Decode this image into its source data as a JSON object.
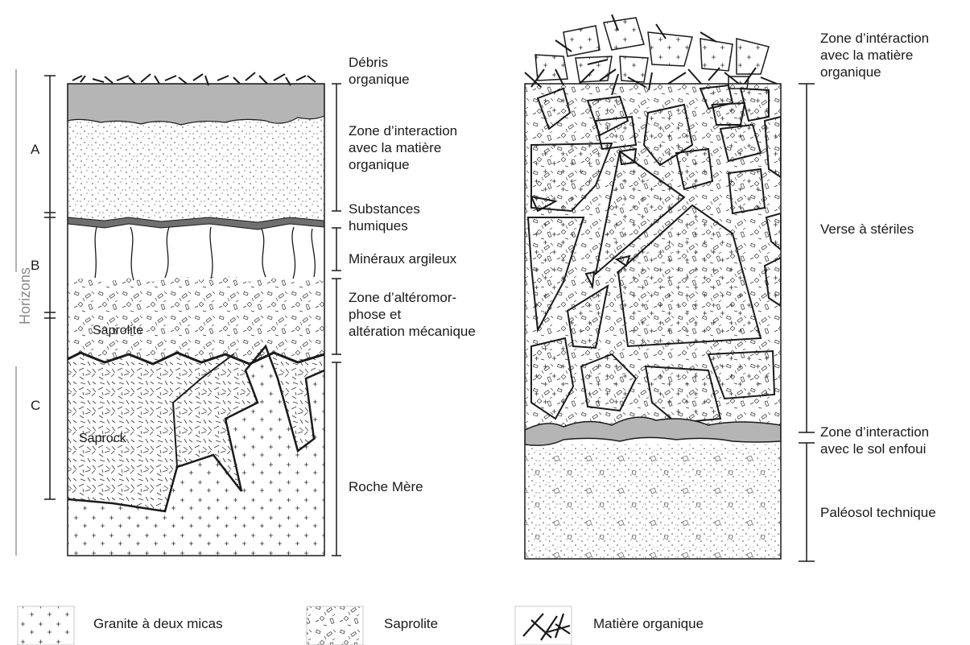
{
  "horizons": {
    "title": "Horizons",
    "A": "A",
    "B": "B",
    "C": "C"
  },
  "left_profile": {
    "inline": {
      "saprolite": "Saprolite",
      "saprock": "Saprock"
    },
    "labels": [
      {
        "id": "debris",
        "lines": [
          "Débris",
          "organique"
        ]
      },
      {
        "id": "interaction",
        "lines": [
          "Zone d’interaction",
          "avec la matière",
          "organique"
        ]
      },
      {
        "id": "humic",
        "lines": [
          "Substances",
          "humiques"
        ]
      },
      {
        "id": "clay",
        "lines": [
          "Minéraux argileux"
        ]
      },
      {
        "id": "altero",
        "lines": [
          "Zone d’altéromor-",
          "phose et",
          "altération mécanique"
        ]
      },
      {
        "id": "bedrock",
        "lines": [
          "Roche Mère"
        ]
      }
    ]
  },
  "right_profile": {
    "labels": [
      {
        "id": "interaction_top",
        "lines": [
          "Zone d’intéraction",
          "avec la matière",
          "organique"
        ]
      },
      {
        "id": "waste",
        "lines": [
          "Verse à stériles"
        ]
      },
      {
        "id": "buried",
        "lines": [
          "Zone d’interaction",
          "avec le sol enfoui"
        ]
      },
      {
        "id": "paleosol",
        "lines": [
          "Paléosol technique"
        ]
      }
    ]
  },
  "legend": [
    {
      "id": "granite",
      "label": "Granite à deux micas"
    },
    {
      "id": "saprolite",
      "label": "Saprolite"
    },
    {
      "id": "organic",
      "label": "Matière organique"
    }
  ],
  "colors": {
    "line": "#1a1a1a",
    "humus_gray": "#b5b5b5",
    "dark_gray": "#6f6f6f",
    "axis_gray": "#999999"
  }
}
